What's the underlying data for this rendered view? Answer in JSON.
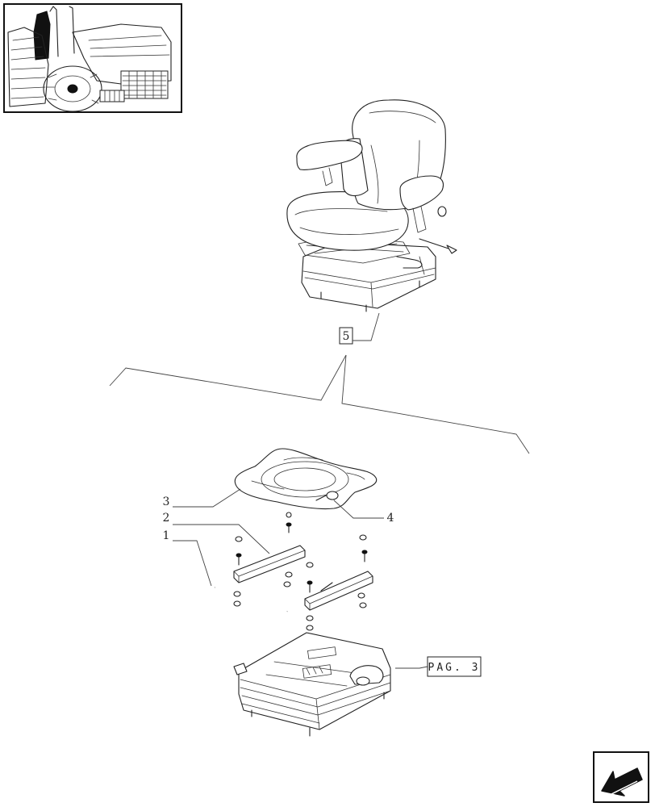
{
  "callouts": {
    "item_1": "1",
    "item_2": "2",
    "item_3": "3",
    "item_4": "4",
    "item_5": "5"
  },
  "page_reference": "PAG. 3",
  "icons": {
    "thumbnail": "tractor-thumbnail-icon",
    "navigation": "back-arrow-icon"
  }
}
